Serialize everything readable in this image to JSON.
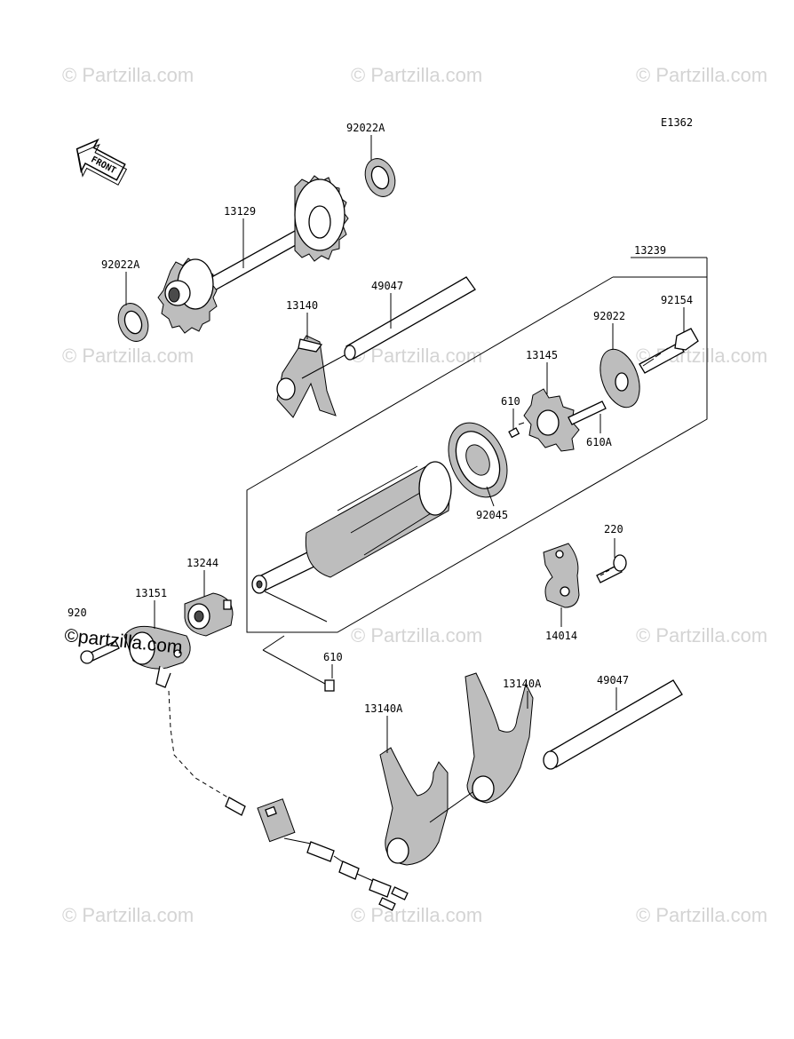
{
  "diagram_code": "E1362",
  "front_label": "FRONT",
  "watermark": "© Partzilla.com",
  "overlay_watermark": "©partzilla.com",
  "overlay_number_fragment": "920",
  "parts": {
    "p92022A_top": "92022A",
    "p13129": "13129",
    "p92022A_left": "92022A",
    "p13239": "13239",
    "p49047_top": "49047",
    "p13140": "13140",
    "p92022": "92022",
    "p92154": "92154",
    "p13145": "13145",
    "p610_top": "610",
    "p610A": "610A",
    "p92045": "92045",
    "p220": "220",
    "p13244": "13244",
    "p13151": "13151",
    "p14014": "14014",
    "p610_bottom": "610",
    "p13140A_mid": "13140A",
    "p49047_bottom": "49047",
    "p13140A_left": "13140A"
  }
}
